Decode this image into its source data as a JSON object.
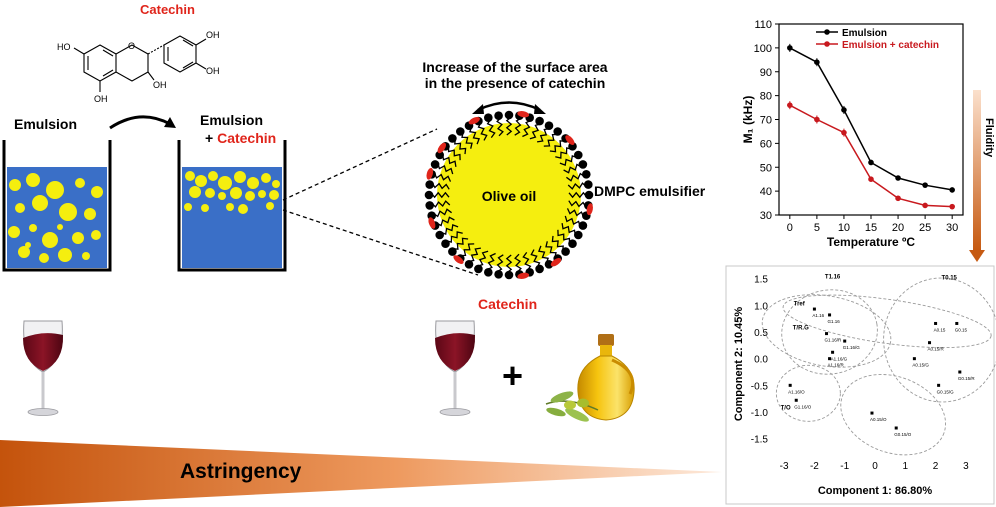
{
  "labels": {
    "catechin_title": "Catechin",
    "emulsion_left": "Emulsion",
    "emulsion_right_line1": "Emulsion",
    "emulsion_right_plus": "+ ",
    "emulsion_right_catechin": "Catechin",
    "surface_line1": "Increase of the surface area",
    "surface_line2": "in the presence of catechin",
    "olive_oil": "Olive oil",
    "dmpc": "DMPC emulsifier",
    "catechin_bottom": "Catechin",
    "astringency": "Astringency",
    "plus": "+",
    "fluidity": "Fluidity"
  },
  "molecule": {
    "oh_labels": [
      "OH",
      "OH",
      "HO",
      "OH",
      "OH"
    ]
  },
  "colors": {
    "red": "#e0251b",
    "water": "#3a6fc7",
    "oil": "#f5ee0f",
    "emulsion_series": "#000000",
    "catechin_series": "#c8191e",
    "astringency_dark": "#c65a12",
    "wine": "#7d0f1e"
  },
  "chart_data": [
    {
      "type": "line",
      "xlabel": "Temperature ºC",
      "ylabel": "M₁ (kHz)",
      "x": [
        0,
        5,
        10,
        15,
        20,
        25,
        30
      ],
      "xticks": [
        "0",
        "5",
        "10",
        "15",
        "20",
        "25",
        "30"
      ],
      "yticks": [
        "30",
        "40",
        "50",
        "60",
        "70",
        "80",
        "90",
        "100",
        "110"
      ],
      "xlim": [
        -2,
        32
      ],
      "ylim": [
        30,
        110
      ],
      "legend": "top-left",
      "series": [
        {
          "name": "Emulsion",
          "values": [
            100,
            94,
            74,
            52,
            45.5,
            42.5,
            40.5
          ],
          "color": "#000000"
        },
        {
          "name": "Emulsion + catechin",
          "values": [
            76,
            70,
            64.5,
            45,
            37,
            34,
            33.5
          ],
          "color": "#c8191e"
        }
      ]
    },
    {
      "type": "scatter",
      "xlabel": "Component 1: 86.80%",
      "ylabel": "Component 2: 10.45%",
      "xticks": [
        "-3",
        "-2",
        "-1",
        "0",
        "1",
        "2",
        "3"
      ],
      "yticks": [
        "-1.5",
        "-1.0",
        "-0.5",
        "0.0",
        "0.5",
        "1.0",
        "1.5"
      ],
      "xlim": [
        -3.4,
        3.4
      ],
      "ylim": [
        -1.75,
        1.55
      ],
      "group_labels": [
        "T1.16",
        "T0.15",
        "Tref",
        "T/R.G",
        "T/O"
      ],
      "points": [
        {
          "label": "A1.16",
          "x": -2.0,
          "y": 0.93
        },
        {
          "label": "G1.16",
          "x": -1.5,
          "y": 0.82
        },
        {
          "label": "G1.16/R",
          "x": -1.6,
          "y": 0.47
        },
        {
          "label": "G1.16/G",
          "x": -1.0,
          "y": 0.33
        },
        {
          "label": "A1.16/G",
          "x": -1.4,
          "y": 0.12
        },
        {
          "label": "A1.16/R",
          "x": -1.5,
          "y": 0.0
        },
        {
          "label": "A1.16/O",
          "x": -2.8,
          "y": -0.5
        },
        {
          "label": "G1.16/O",
          "x": -2.6,
          "y": -0.78
        },
        {
          "label": "A0.15",
          "x": 2.0,
          "y": 0.66
        },
        {
          "label": "G0.15",
          "x": 2.7,
          "y": 0.66
        },
        {
          "label": "A0.15/R",
          "x": 1.8,
          "y": 0.3
        },
        {
          "label": "A0.15/G",
          "x": 1.3,
          "y": 0.0
        },
        {
          "label": "G0.15/R",
          "x": 2.8,
          "y": -0.25
        },
        {
          "label": "G0.15/G",
          "x": 2.1,
          "y": -0.5
        },
        {
          "label": "A0.15/O",
          "x": -0.1,
          "y": -1.02
        },
        {
          "label": "G0.15/O",
          "x": 0.7,
          "y": -1.3
        }
      ]
    }
  ]
}
